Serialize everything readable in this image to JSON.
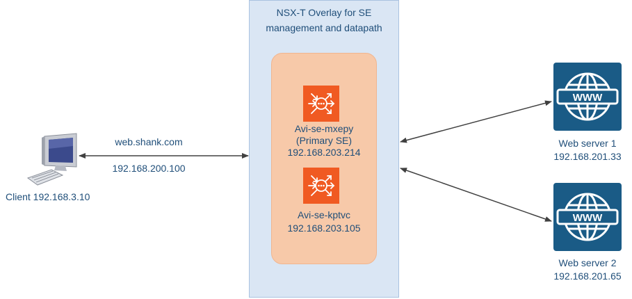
{
  "overlay": {
    "title_line1": "NSX-T Overlay for SE",
    "title_line2": "management and datapath"
  },
  "client": {
    "label": "Client 192.168.3.10",
    "icon": "computer-icon"
  },
  "vip": {
    "hostname": "web.shank.com",
    "ip": "192.168.200.100"
  },
  "service_engines": [
    {
      "name": "Avi-se-mxepy",
      "role": "(Primary SE)",
      "ip": "192.168.203.214",
      "icon": "avi-se-icon"
    },
    {
      "name": "Avi-se-kptvc",
      "ip": "192.168.203.105",
      "icon": "avi-se-icon"
    }
  ],
  "servers": [
    {
      "name": "Web server 1",
      "ip": "192.168.201.33",
      "icon": "www-globe-icon",
      "icon_text": "WWW"
    },
    {
      "name": "Web server 2",
      "ip": "192.168.201.65",
      "icon": "www-globe-icon",
      "icon_text": "WWW"
    }
  ],
  "colors": {
    "text": "#1f4e79",
    "overlay_fill": "#dae6f4",
    "se_group_fill": "#f7c9a9",
    "avi_orange": "#f05a22",
    "server_blue": "#1a5b86",
    "connector": "#404040"
  }
}
